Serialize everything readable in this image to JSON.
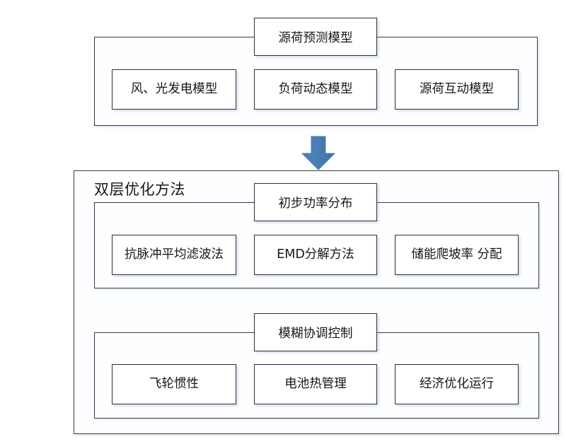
{
  "diagram": {
    "accent_color": "#4a7fb5",
    "line_color": "#3b3b46",
    "background": "#ffffff",
    "sections": [
      {
        "id": "forecast",
        "title": "源荷预测模型",
        "heading": "",
        "nodes": [
          "风、光发电模型",
          "负荷动态模型",
          "源荷互动模型"
        ]
      },
      {
        "id": "preliminary-power",
        "title": "初步功率分布",
        "heading": "双层优化方法",
        "nodes": [
          "抗脉冲平均滤波法",
          "EMD分解方法",
          "储能爬坡率 分配"
        ]
      },
      {
        "id": "fuzzy-coordination",
        "title": "模糊协调控制",
        "heading": "",
        "nodes": [
          "飞轮惯性",
          "电池热管理",
          "经济优化运行"
        ]
      }
    ],
    "connector": {
      "name": "down-arrow",
      "direction": "down",
      "from": "源荷预测模型",
      "to": "双层优化方法"
    }
  }
}
